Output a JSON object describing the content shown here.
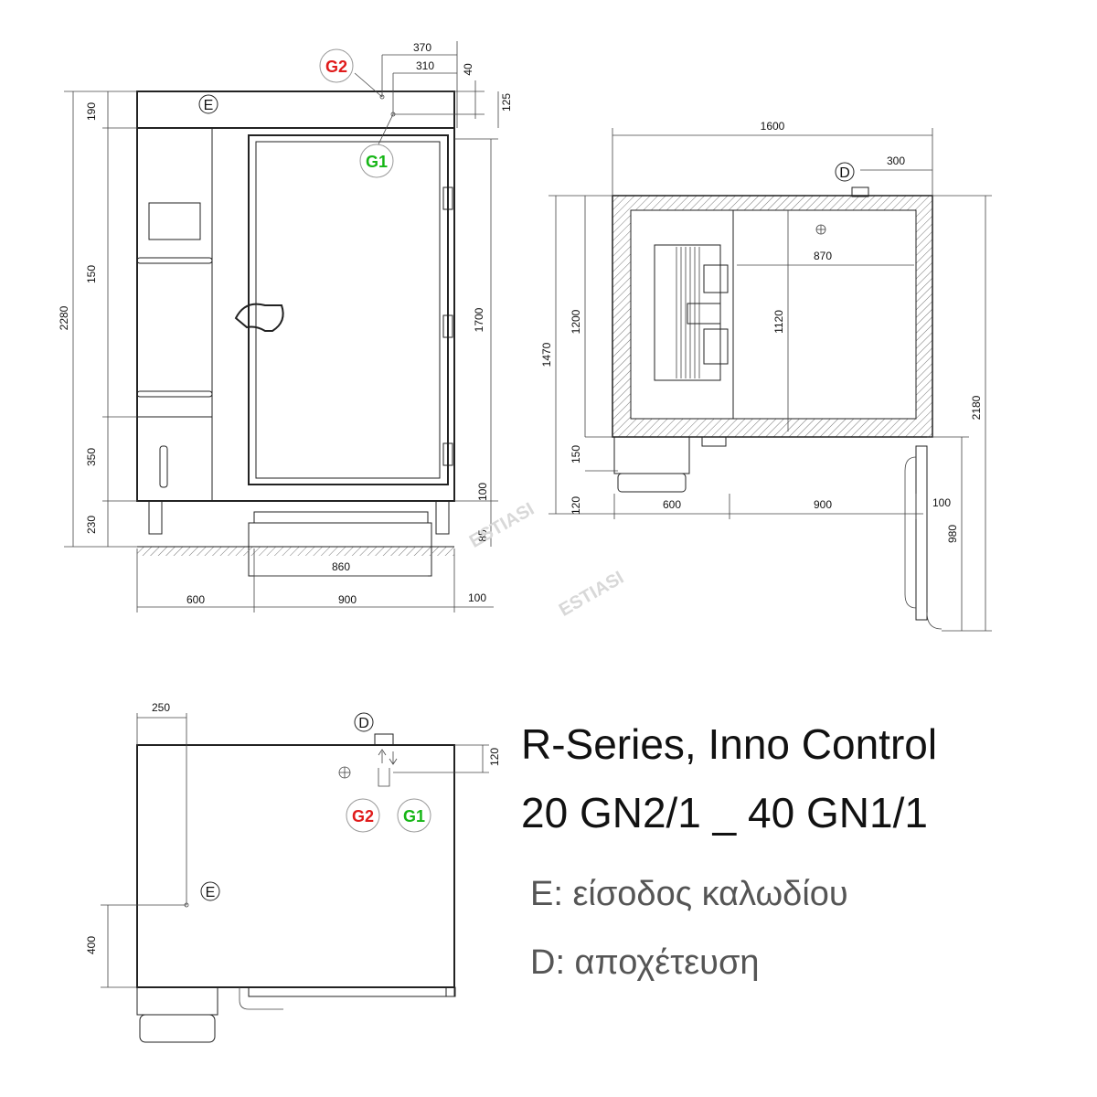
{
  "title": {
    "line1": "R-Series, Inno Control",
    "line2": "20 GN2/1 _ 40 GN1/1"
  },
  "legend": {
    "e": "E: είσοδος καλωδίου",
    "d": "D: αποχέτευση"
  },
  "markers": {
    "e": "E",
    "d": "D",
    "g1": "G1",
    "g2": "G2"
  },
  "front": {
    "d370": "370",
    "d310": "310",
    "d40": "40",
    "d125": "125",
    "d190": "190",
    "d150": "150",
    "d2280": "2280",
    "d350": "350",
    "d230": "230",
    "d1700": "1700",
    "d100r": "100",
    "d85": "85",
    "d860": "860",
    "d600": "600",
    "d900": "900",
    "d100": "100"
  },
  "top": {
    "d1600": "1600",
    "d300": "300",
    "d870": "870",
    "d1470": "1470",
    "d1200": "1200",
    "d1120": "1120",
    "d150": "150",
    "d120": "120",
    "d600": "600",
    "d900": "900",
    "d100": "100",
    "d2180": "2180",
    "d980": "980"
  },
  "side": {
    "d250": "250",
    "d120": "120",
    "d400": "400"
  },
  "watermark": "ESTIASI",
  "colors": {
    "g2": "#e01b1b",
    "g1": "#16b616",
    "line": "#222222",
    "legend": "#555555"
  }
}
